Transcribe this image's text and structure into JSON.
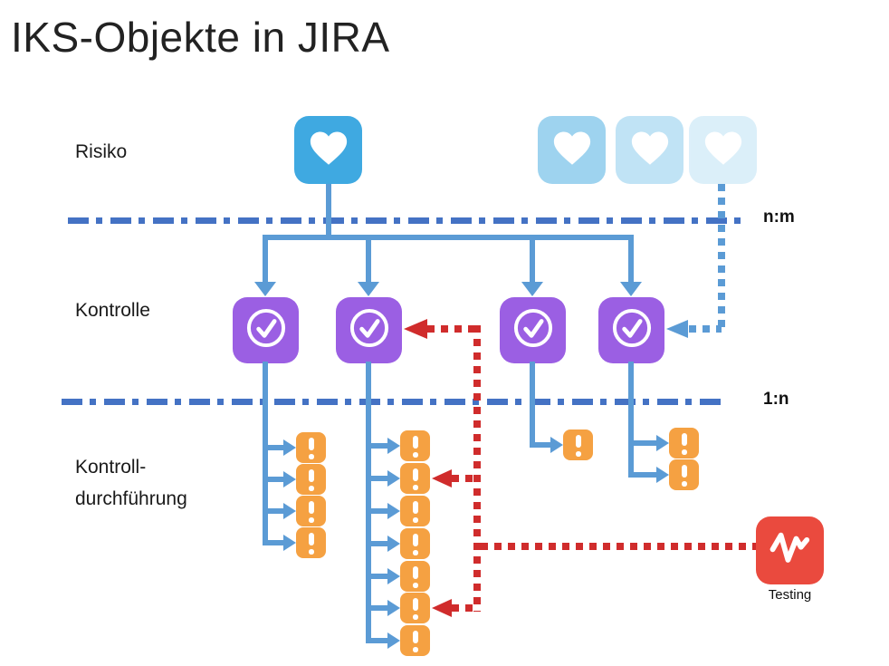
{
  "slide": {
    "title": "IKS-Objekte in JIRA"
  },
  "row_labels": {
    "risk": "Risiko",
    "control": "Kontrolle",
    "execution_line1": "Kontroll-",
    "execution_line2": "durchführung"
  },
  "relation_labels": {
    "risk_control": "n:m",
    "control_execution": "1:n"
  },
  "testing": {
    "label": "Testing"
  },
  "icons": {
    "risk": "heart-icon",
    "control": "check-circle-icon",
    "execution": "exclamation-icon",
    "testing": "pulse-icon"
  },
  "counts": {
    "risks_highlighted": 1,
    "risks_faded": 3,
    "controls": 4,
    "executions_per_control": [
      4,
      7,
      1,
      2
    ]
  },
  "colors": {
    "text": "#1a1a1a",
    "blue-dash": "#4472C4",
    "blue-arrow": "#5B9BD5",
    "blue-risk": "#3FA9E1",
    "purple": "#9B5FE3",
    "orange": "#F5A142",
    "red": "#D02C2C",
    "red-testing": "#EA4A3E"
  }
}
